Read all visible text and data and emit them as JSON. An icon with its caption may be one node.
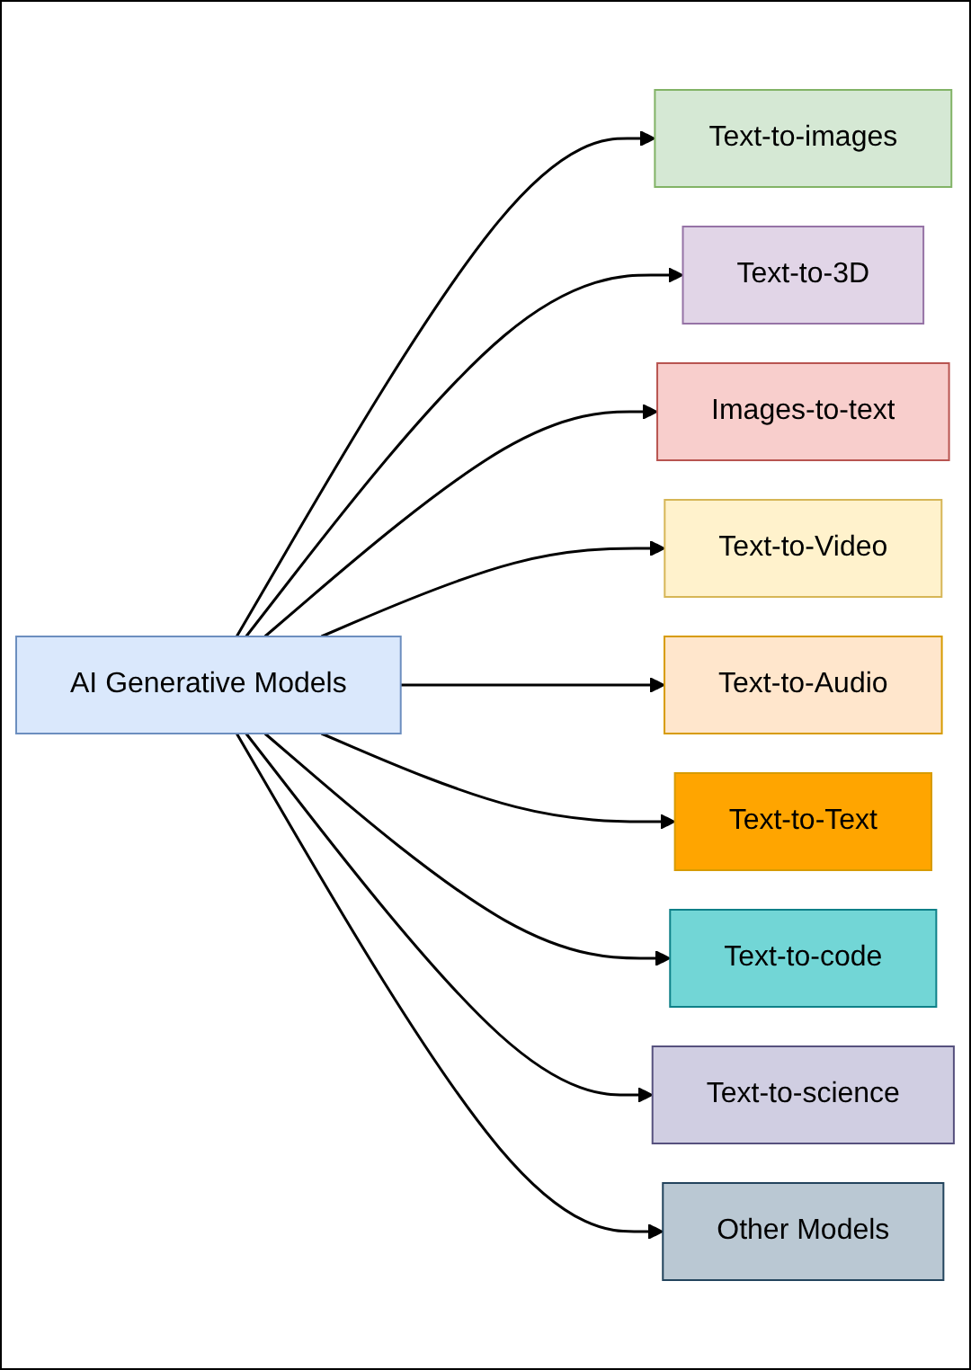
{
  "diagram": {
    "nodes": [
      {
        "text": [
          "AI Generative Models"
        ]
      },
      {
        "text": [
          "Text-to-images"
        ]
      },
      {
        "text": [
          "Text-to-3D"
        ]
      },
      {
        "text": [
          "Images-to-text"
        ]
      },
      {
        "text": [
          "Text-to-Video"
        ]
      },
      {
        "text": [
          "Text-to-Audio"
        ]
      },
      {
        "text": [
          "Text-to-Text"
        ]
      },
      {
        "text": [
          "Text-to-code"
        ]
      },
      {
        "text": [
          "Text-to-science"
        ]
      },
      {
        "text": [
          "Other Models"
        ]
      }
    ],
    "edges": [
      {
        "from": 0,
        "to": 1,
        "arrow": "to"
      },
      {
        "from": 0,
        "to": 2,
        "arrow": "to"
      },
      {
        "from": 0,
        "to": 3,
        "arrow": "to"
      },
      {
        "from": 0,
        "to": 4,
        "arrow": "to"
      },
      {
        "from": 0,
        "to": 5,
        "arrow": "to"
      },
      {
        "from": 0,
        "to": 6,
        "arrow": "to"
      },
      {
        "from": 0,
        "to": 7,
        "arrow": "to"
      },
      {
        "from": 0,
        "to": 8,
        "arrow": "to"
      },
      {
        "from": 0,
        "to": 9,
        "arrow": "to"
      }
    ]
  }
}
